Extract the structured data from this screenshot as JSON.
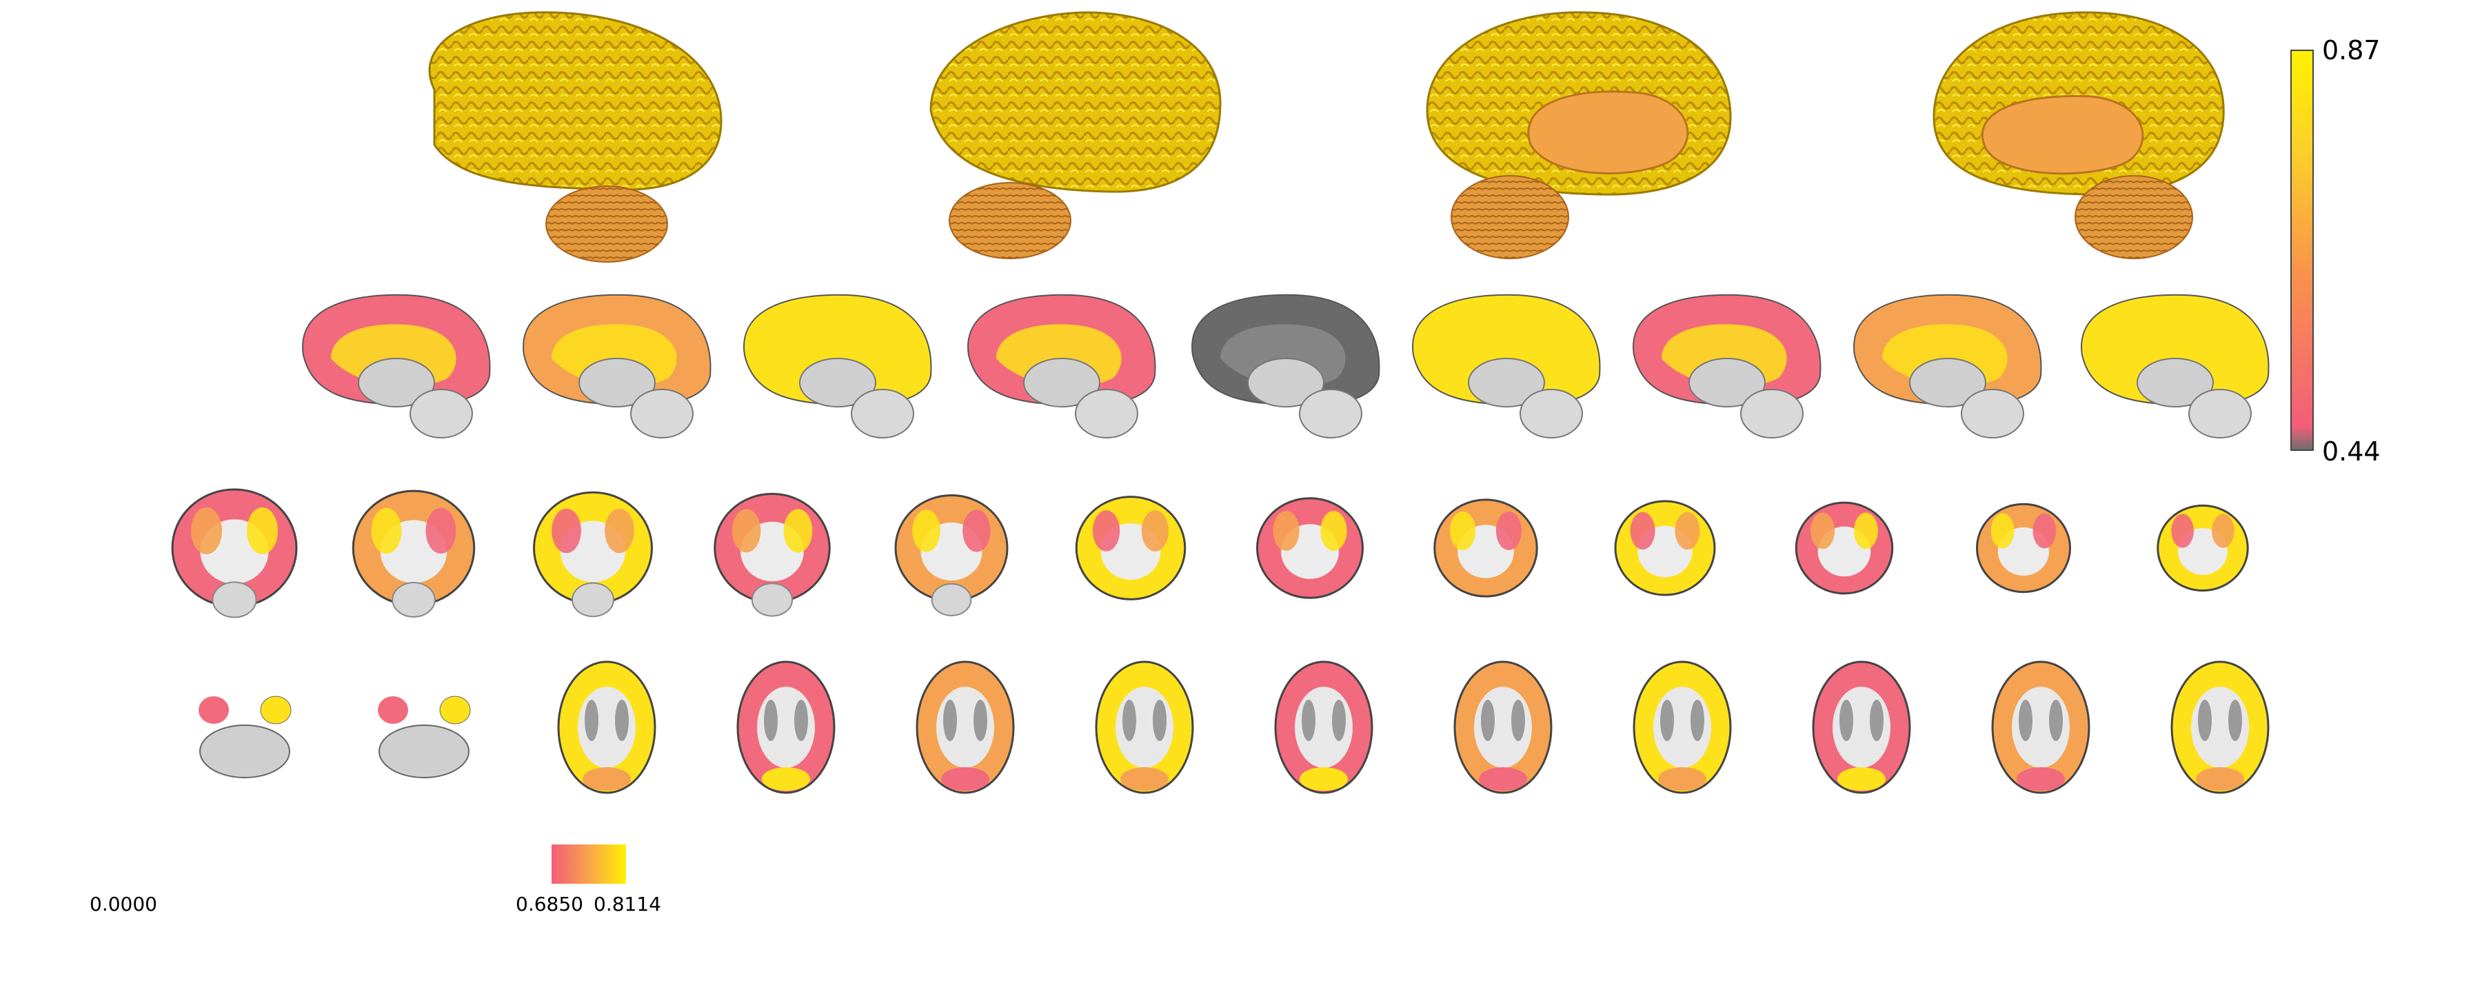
{
  "colorbar": {
    "max_label": "0.87",
    "min_label": "0.44",
    "colors": [
      "#6e6e6e",
      "#f25e78",
      "#f9944a",
      "#fbd02a",
      "#fff200"
    ]
  },
  "legend": {
    "zero_label": "0.0000",
    "low_label": "0.6850",
    "high_label": "0.8114"
  },
  "palette": {
    "surface_yellow": "#e6c20a",
    "surface_orange": "#e39a3c",
    "fill_pink": "#f26a7d",
    "fill_orange": "#f5a352",
    "fill_yellow": "#fde21b",
    "gray_tissue": "#cfcfcf",
    "dark_gray": "#6a6a6a"
  },
  "rows": {
    "surfaces": [
      "left-lateral",
      "right-lateral",
      "left-medial",
      "right-medial"
    ],
    "sagittal_count": 9,
    "coronal_count": 12,
    "axial_count": 12
  }
}
